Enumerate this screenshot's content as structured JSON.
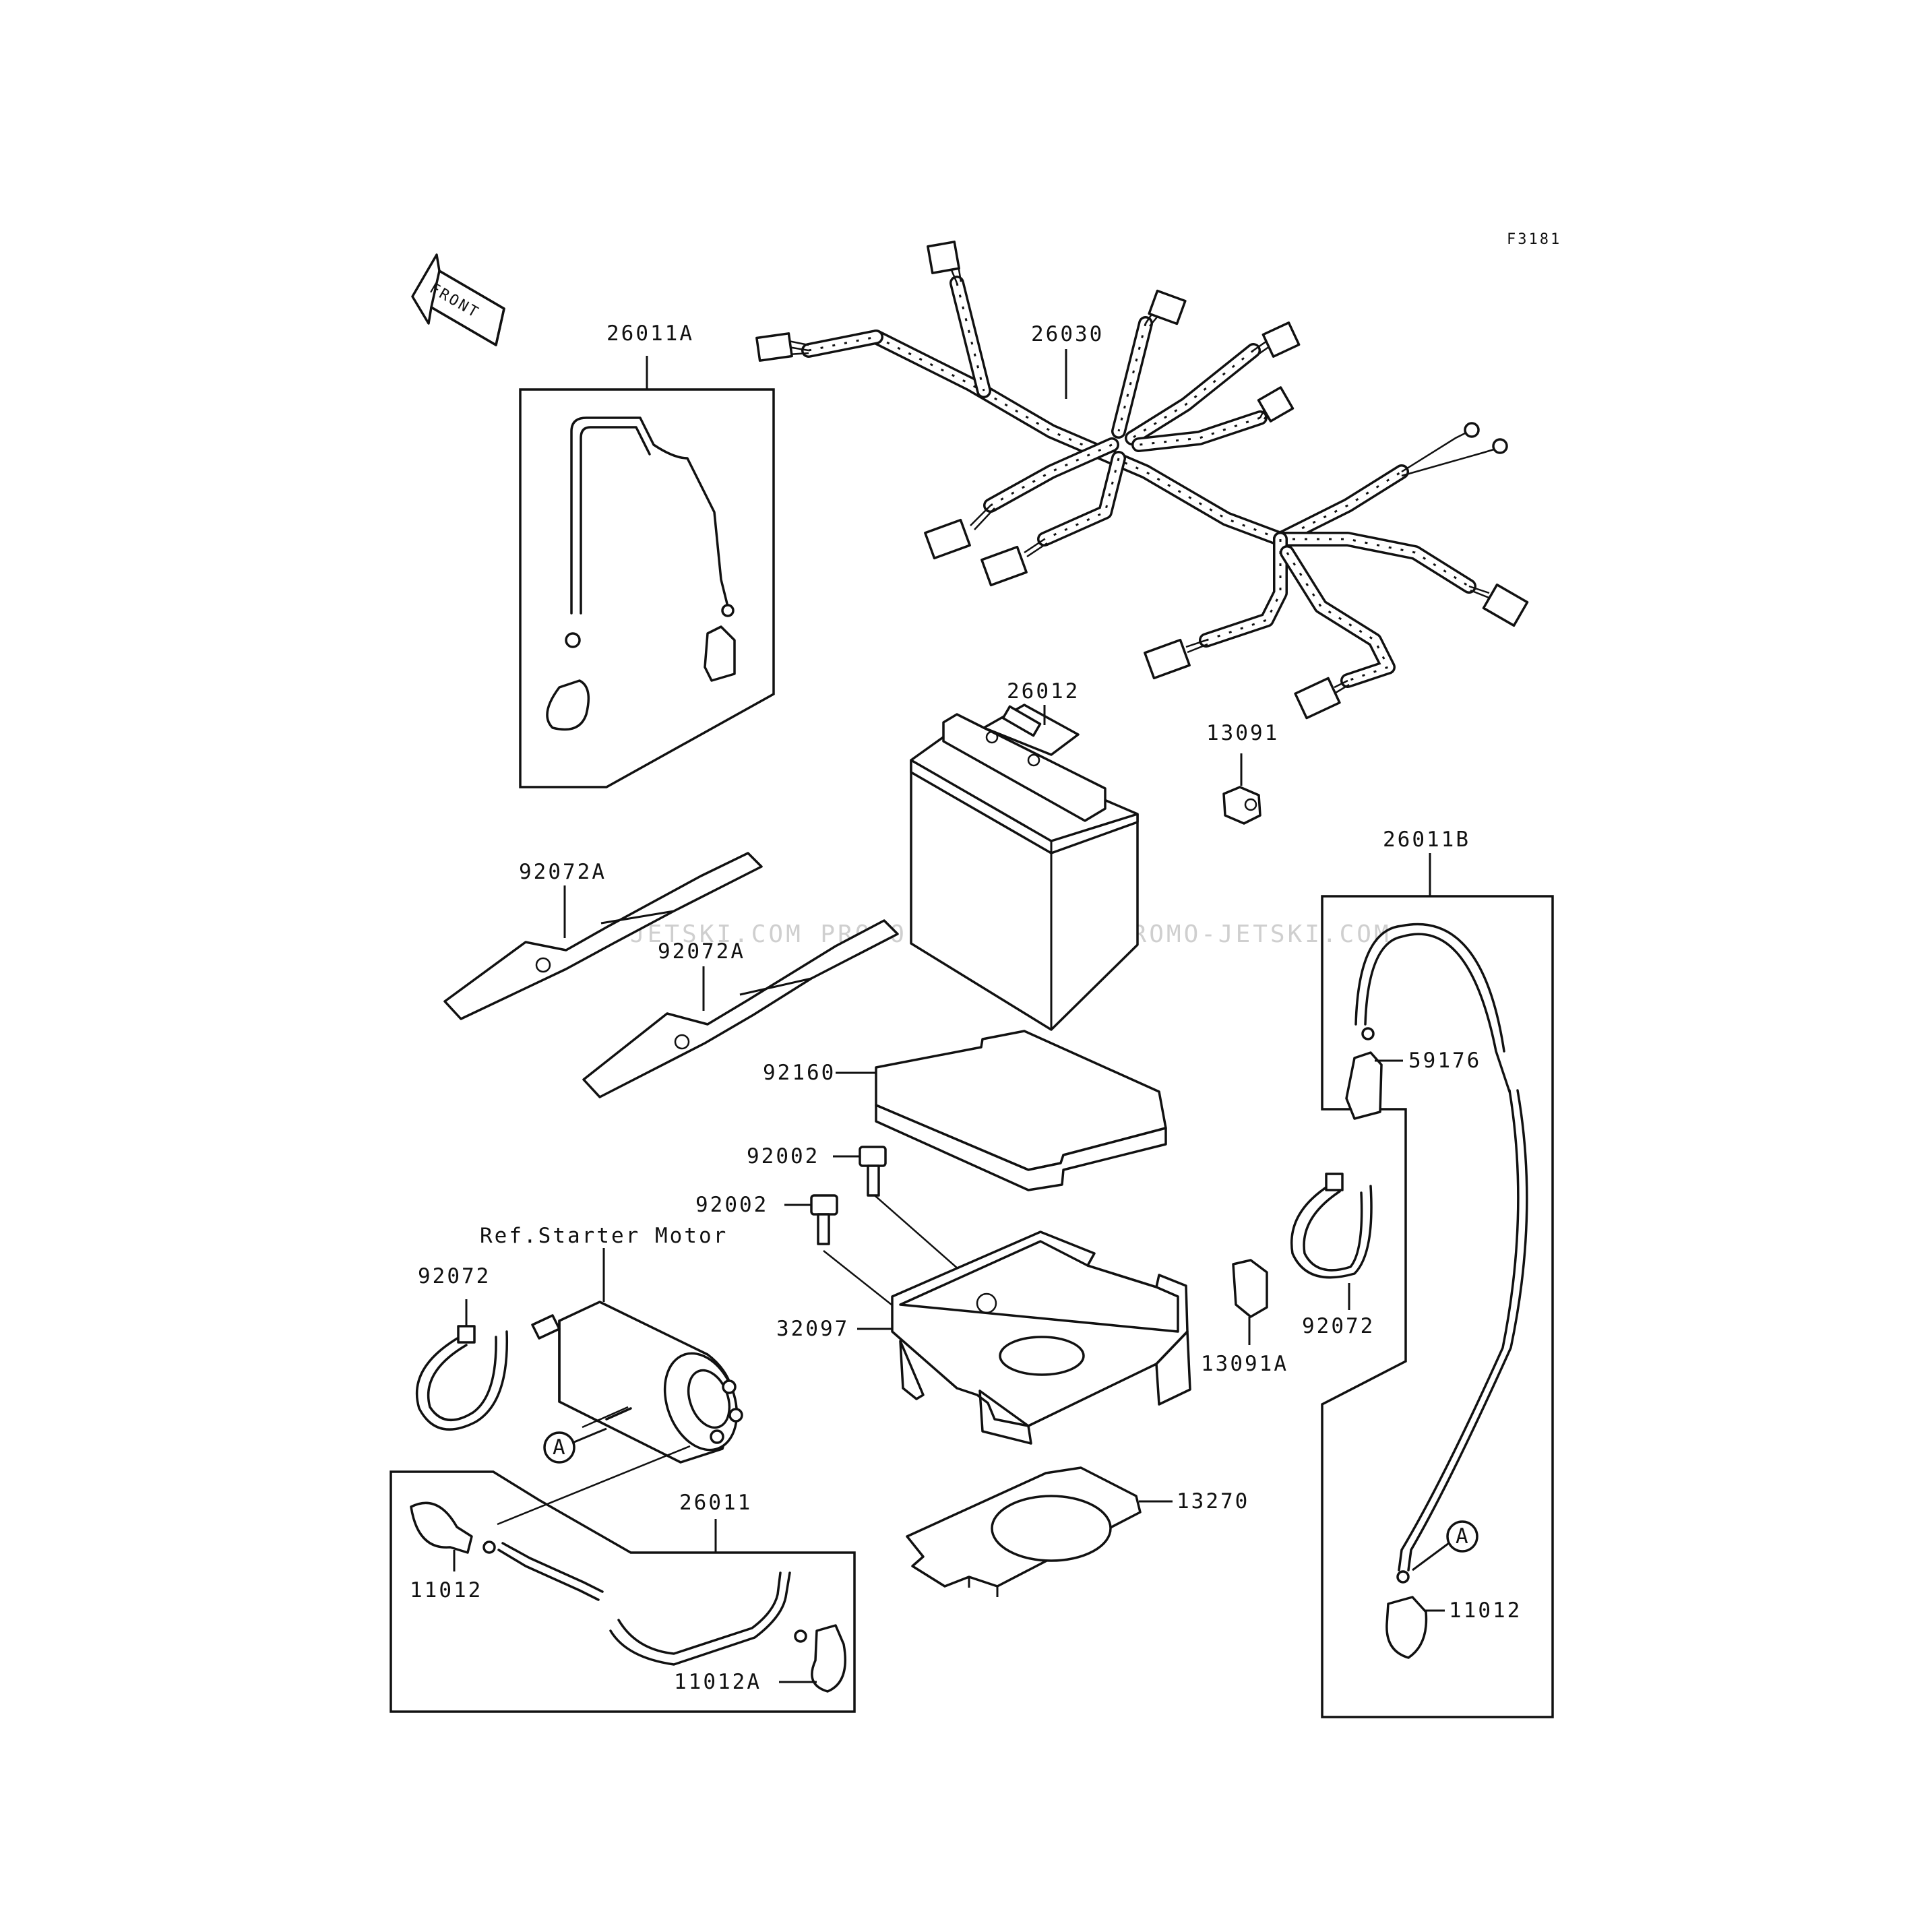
{
  "figure_code": "F3181",
  "front_arrow_label": "FRONT",
  "reference_label": "Ref.Starter Motor",
  "callout_circle_label": "A",
  "watermark": "JETSKI.COM  PROMO-JETSKI.COM  PROMO-JETSKI.COM",
  "parts": {
    "p26030": "26030",
    "p26011A": "26011A",
    "p26012": "26012",
    "p13091": "13091",
    "p26011B": "26011B",
    "p92072A_1": "92072A",
    "p92072A_2": "92072A",
    "p92160": "92160",
    "p59176": "59176",
    "p92002_1": "92002",
    "p92002_2": "92002",
    "p92072_1": "92072",
    "p92072_2": "92072",
    "p32097": "32097",
    "p13091A": "13091A",
    "p26011": "26011",
    "p13270": "13270",
    "p11012_1": "11012",
    "p11012_2": "11012",
    "p11012A": "11012A"
  }
}
